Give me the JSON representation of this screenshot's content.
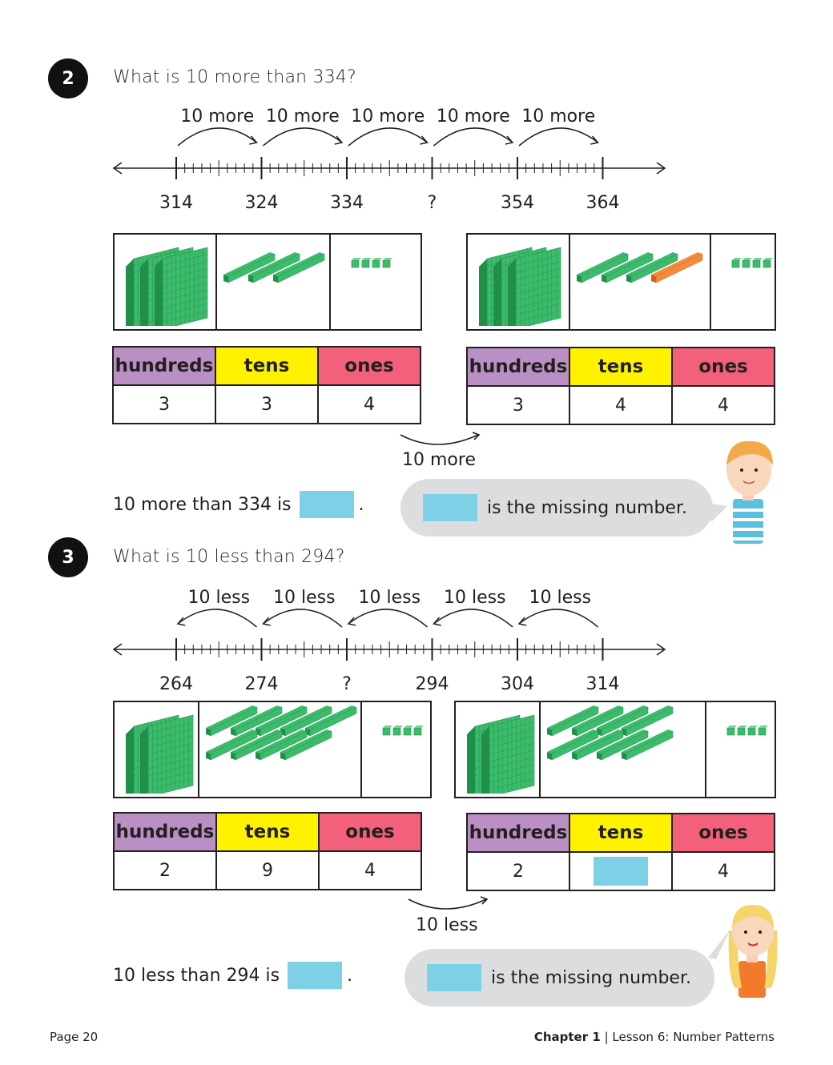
{
  "questions": [
    {
      "number": "2",
      "prompt": "What is 10 more than 334?",
      "jump_label": "10 more",
      "jump_direction": "forward",
      "number_line_labels": [
        "314",
        "324",
        "334",
        "?",
        "354",
        "364"
      ],
      "blocks_before": {
        "hundreds": 3,
        "tens": 3,
        "ones": 4,
        "highlight_tens": 0
      },
      "blocks_after": {
        "hundreds": 3,
        "tens": 4,
        "ones": 4,
        "highlight_tens": 1
      },
      "table_before": {
        "headers": [
          "hundreds",
          "tens",
          "ones"
        ],
        "values": [
          "3",
          "3",
          "4"
        ]
      },
      "table_after": {
        "headers": [
          "hundreds",
          "tens",
          "ones"
        ],
        "values": [
          "3",
          "4",
          "4"
        ],
        "blank_index": null
      },
      "transition_label": "10 more",
      "sentence": "10 more than 334 is",
      "sentence_end": ".",
      "bubble_text": "is the missing number.",
      "character": "boy"
    },
    {
      "number": "3",
      "prompt": "What is 10 less than 294?",
      "jump_label": "10 less",
      "jump_direction": "backward",
      "number_line_labels": [
        "264",
        "274",
        "?",
        "294",
        "304",
        "314"
      ],
      "blocks_before": {
        "hundreds": 2,
        "tens": 9,
        "ones": 4,
        "highlight_tens": 0
      },
      "blocks_after": {
        "hundreds": 2,
        "tens": 8,
        "ones": 4,
        "highlight_tens": 0
      },
      "table_before": {
        "headers": [
          "hundreds",
          "tens",
          "ones"
        ],
        "values": [
          "2",
          "9",
          "4"
        ]
      },
      "table_after": {
        "headers": [
          "hundreds",
          "tens",
          "ones"
        ],
        "values": [
          "2",
          "",
          "4"
        ],
        "blank_index": 1
      },
      "transition_label": "10 less",
      "sentence": "10 less than 294 is",
      "sentence_end": ".",
      "bubble_text": "is the missing number.",
      "character": "girl"
    }
  ],
  "colors": {
    "block_green": "#3dbb6c",
    "block_green_dark": "#1f8f4a",
    "highlight_orange": "#f58a3c",
    "answer_blank": "#7dd0e6",
    "hundreds_header": "#b98fc4",
    "tens_header": "#fff200",
    "ones_header": "#f2607a",
    "bubble_gray": "#dcdddf"
  },
  "footer": {
    "page": "Page 20",
    "chapter": "Chapter 1",
    "separator": "|",
    "lesson": "Lesson 6: Number Patterns"
  }
}
